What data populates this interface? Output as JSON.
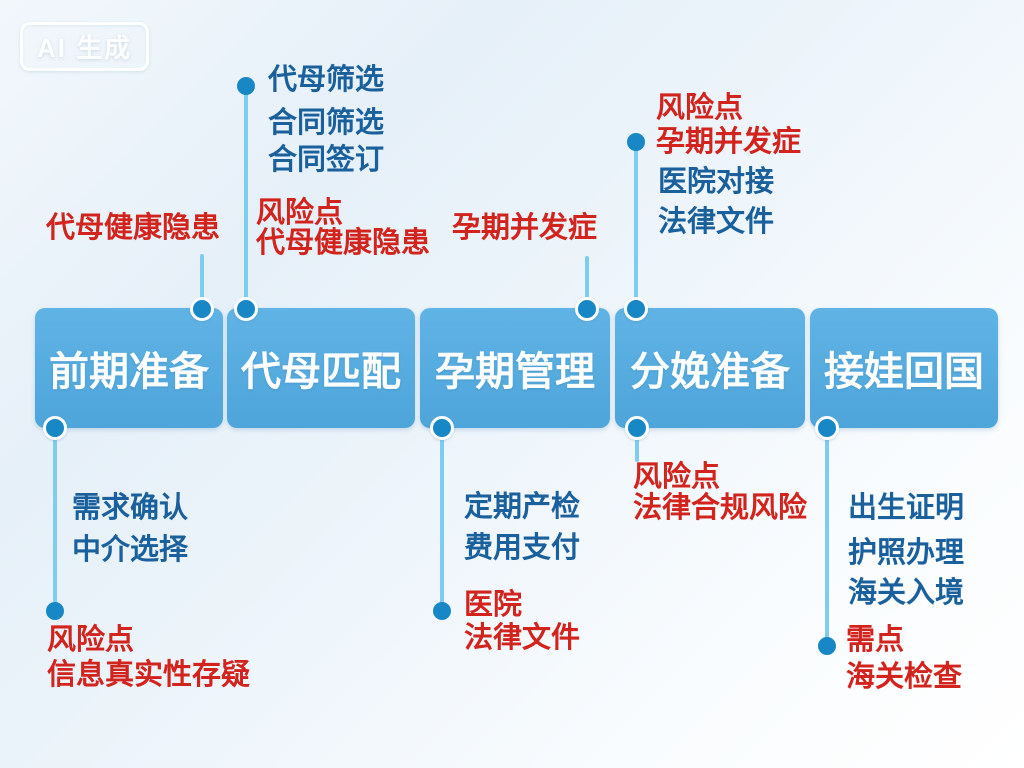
{
  "watermark": {
    "label": "AI 生成"
  },
  "colors": {
    "box_blue": "#55abde",
    "dot_blue": "#1787c5",
    "line_blue": "#7ecdf0",
    "text_blue": "#19609c",
    "text_red": "#d2231d",
    "stage_title_white": "#ffffff"
  },
  "stages": [
    {
      "title": "前期准备"
    },
    {
      "title": "代母匹配"
    },
    {
      "title": "孕期管理"
    },
    {
      "title": "分娩准备"
    },
    {
      "title": "接娃回国"
    }
  ],
  "annotations": {
    "col1": {
      "top_red": [
        "代母健康隐患"
      ],
      "bottom_blue": [
        "需求确认",
        "中介选择"
      ],
      "bottom_red": [
        "风险点",
        "信息真实性存疑"
      ]
    },
    "col2": {
      "top_blue": [
        "代母筛选",
        "合同筛选",
        "合同签订"
      ],
      "top_red": [
        "风险点",
        "代母健康隐患"
      ]
    },
    "col3": {
      "top_red": [
        "孕期并发症"
      ],
      "bottom_blue": [
        "定期产检",
        "费用支付"
      ],
      "bottom_red": [
        "医院",
        "法律文件"
      ]
    },
    "col4": {
      "top_red": [
        "风险点",
        "孕期并发症"
      ],
      "top_blue": [
        "医院对接",
        "法律文件"
      ],
      "bottom_red": [
        "风险点",
        "法律合规风险"
      ]
    },
    "col5": {
      "bottom_blue": [
        "出生证明",
        "护照办理",
        "海关入境"
      ],
      "bottom_red": [
        "需点",
        "海关检查"
      ]
    }
  }
}
